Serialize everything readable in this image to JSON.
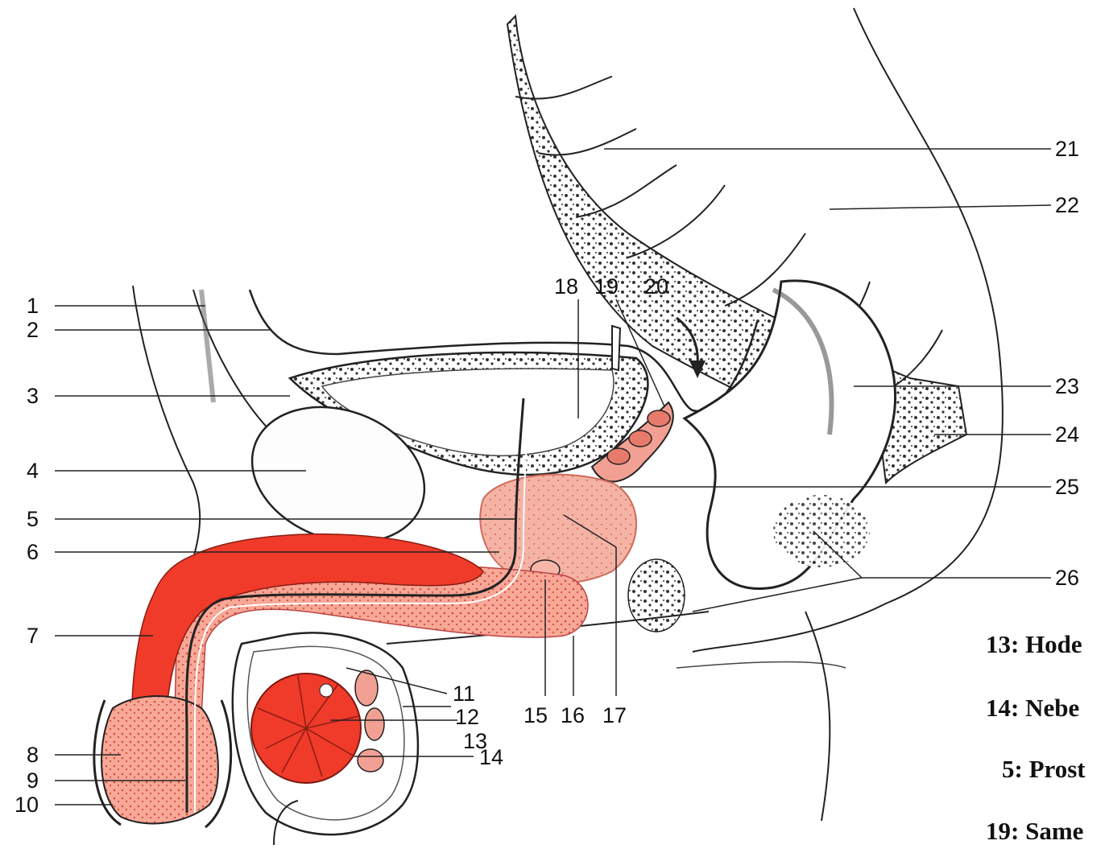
{
  "labels": {
    "l1": "1",
    "l2": "2",
    "l3": "3",
    "l4": "4",
    "l5": "5",
    "l6": "6",
    "l7": "7",
    "l8": "8",
    "l9": "9",
    "l10": "10",
    "l11": "11",
    "l12": "12",
    "l13": "13",
    "l14": "14",
    "l15": "15",
    "l16": "16",
    "l17": "17",
    "l18": "18",
    "l19": "19",
    "l20": "20",
    "l21": "21",
    "l22": "22",
    "l23": "23",
    "l24": "24",
    "l25": "25",
    "l26": "26"
  },
  "legend": [
    "13: Hode",
    "14: Nebe",
    "5: Prost",
    "19: Same"
  ],
  "colors": {
    "erectile_tissue": "#f03a2a",
    "spongy_tissue": "#f29a88",
    "prostate": "#f4b3a5",
    "outline": "#222222"
  }
}
